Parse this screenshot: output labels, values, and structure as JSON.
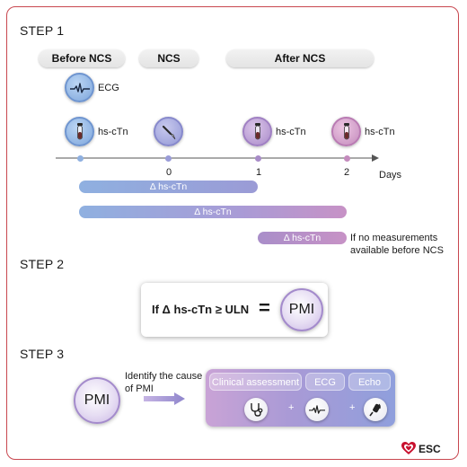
{
  "steps": {
    "step1": "STEP 1",
    "step2": "STEP 2",
    "step3": "STEP 3"
  },
  "phases": {
    "before": "Before NCS",
    "during": "NCS",
    "after": "After NCS"
  },
  "step1": {
    "ecg_label": "ECG",
    "marker_labels": {
      "before": "hs-cTn",
      "day1": "hs-cTn",
      "day2": "hs-cTn"
    },
    "timeline": {
      "tick_labels": [
        "0",
        "1",
        "2"
      ],
      "unit": "Days"
    },
    "delta_bars": [
      "Δ hs-cTn",
      "Δ hs-cTn",
      "Δ hs-cTn"
    ],
    "note_line1": "If no measurements",
    "note_line2": "available before NCS"
  },
  "step2": {
    "criterion": "If Δ hs-cTn ≥ ULN",
    "equals": "=",
    "result": "PMI"
  },
  "step3": {
    "pmi": "PMI",
    "arrow_line1": "Identify the cause",
    "arrow_line2": "of PMI",
    "chips": [
      "Clinical assessment",
      "ECG",
      "Echo"
    ],
    "plus": [
      "+",
      "+"
    ]
  },
  "logo": {
    "text": "ESC"
  },
  "colors": {
    "frame": "#c8474f",
    "blue": "#7ea6dc",
    "purple": "#a98bc9",
    "magenta": "#c48bbd",
    "logo_red": "#c8102e"
  },
  "icons": [
    "ecg-trace-icon",
    "blood-tube-icon",
    "scalpel-icon",
    "stethoscope-icon",
    "ultrasound-probe-icon",
    "heart-icon"
  ]
}
